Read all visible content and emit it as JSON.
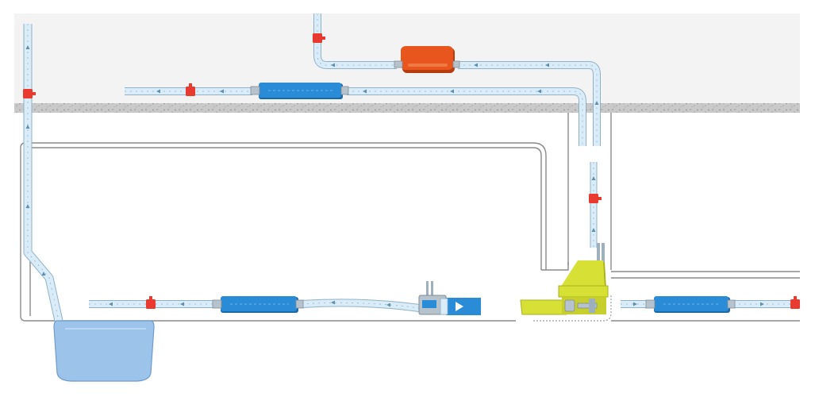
{
  "diagram": {
    "labels": []
  },
  "colors": {
    "background": "#ffffff",
    "ceiling_void": "#f3f3f3",
    "ceiling_board": "#c9c9c9",
    "ceiling_board_speckle": "#9a9a9a",
    "wall_line": "#8a8a8a",
    "pipe_fill": "#d9ecf7",
    "pipe_stroke": "#8fb2c8",
    "pipe_arrow": "#5f8fb0",
    "valve": "#e83a2e",
    "pump_blue": "#2a8bd6",
    "pump_blue_dark": "#1b6aa8",
    "pump_orange": "#e8561d",
    "pump_orange_dark": "#b53d10",
    "pump_yellow": "#d7e034",
    "pump_yellow_dark": "#a8b21a",
    "tank": "#9cc3ea",
    "tank_stroke": "#6e9ccc",
    "metal": "#b7c3cc"
  },
  "components": [
    {
      "name": "pump-unit-ceiling-top",
      "kind": "orange-pump"
    },
    {
      "name": "pump-unit-ceiling-middle",
      "kind": "blue-pump"
    },
    {
      "name": "pump-unit-floor-left",
      "kind": "blue-pump"
    },
    {
      "name": "pump-unit-floor-right",
      "kind": "blue-pump"
    },
    {
      "name": "condensate-tank",
      "kind": "yellow-tank-pump"
    },
    {
      "name": "reservoir-tank",
      "kind": "drain-reservoir"
    }
  ]
}
